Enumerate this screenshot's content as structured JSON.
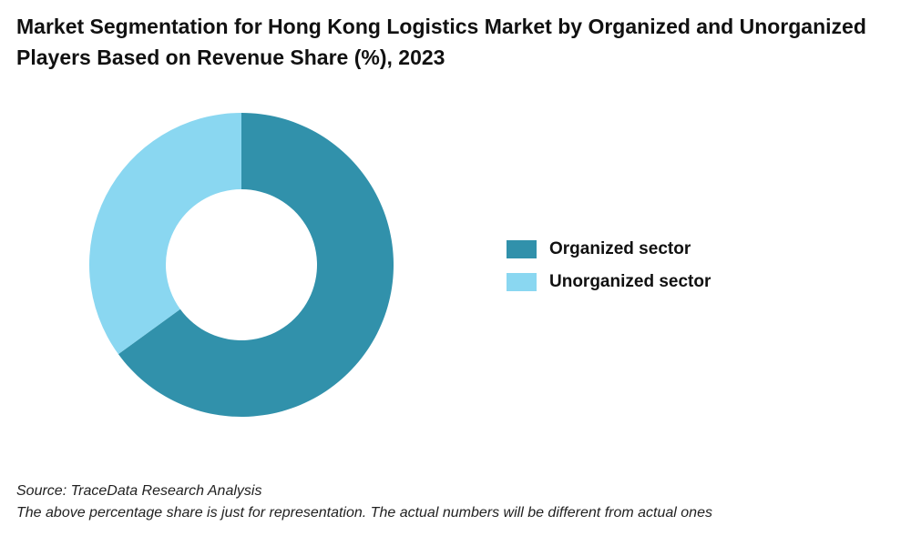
{
  "chart_data": {
    "type": "pie",
    "style": "donut",
    "title": "Market Segmentation for Hong Kong Logistics Market by Organized and Unorganized Players Based on Revenue Share (%), 2023",
    "categories": [
      "Organized sector",
      "Unorganized sector"
    ],
    "values": [
      65,
      35
    ],
    "colors": [
      "#3191ab",
      "#8ad7f1"
    ],
    "legend_position": "right",
    "start_angle": "top",
    "direction": "clockwise"
  },
  "footer": {
    "source": "Source: TraceData Research Analysis",
    "note": "The above percentage share is just for representation. The actual numbers will be different from actual ones"
  }
}
